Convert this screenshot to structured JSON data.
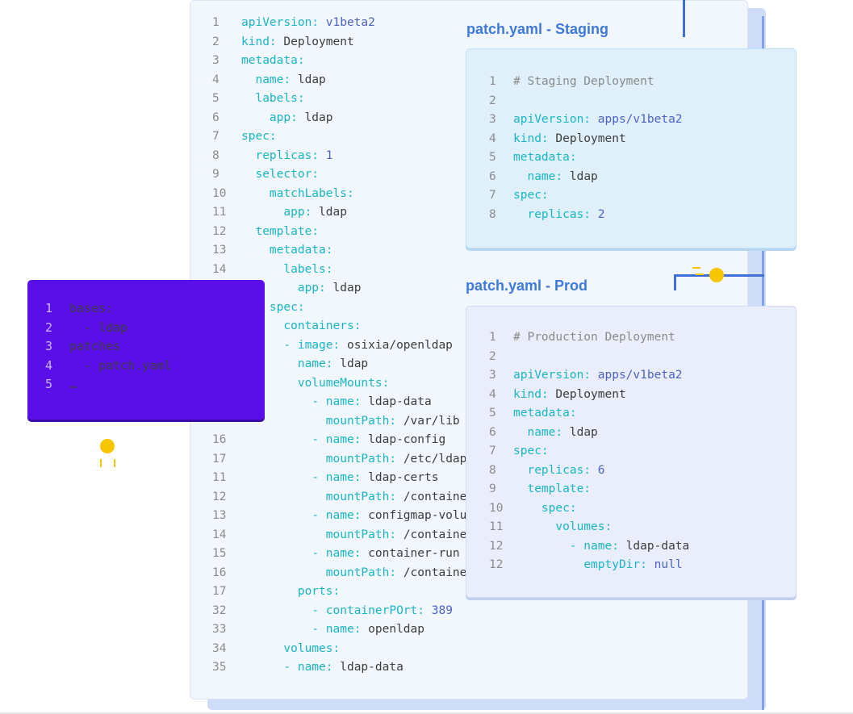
{
  "base": {
    "lines": [
      {
        "n": "1",
        "i": 0,
        "k": "apiVersion:",
        "v": "",
        "nv": "v1beta2"
      },
      {
        "n": "2",
        "i": 0,
        "k": "kind:",
        "v": "Deployment",
        "nv": ""
      },
      {
        "n": "3",
        "i": 0,
        "k": "metadata:",
        "v": "",
        "nv": ""
      },
      {
        "n": "4",
        "i": 1,
        "k": "name:",
        "v": "ldap",
        "nv": ""
      },
      {
        "n": "5",
        "i": 1,
        "k": "labels:",
        "v": "",
        "nv": ""
      },
      {
        "n": "6",
        "i": 2,
        "k": "app:",
        "v": "ldap",
        "nv": ""
      },
      {
        "n": "7",
        "i": 0,
        "k": "spec:",
        "v": "",
        "nv": ""
      },
      {
        "n": "8",
        "i": 1,
        "k": "replicas:",
        "v": "",
        "nv": "1"
      },
      {
        "n": "9",
        "i": 1,
        "k": "selector:",
        "v": "",
        "nv": ""
      },
      {
        "n": "10",
        "i": 2,
        "k": "matchLabels:",
        "v": "",
        "nv": ""
      },
      {
        "n": "11",
        "i": 3,
        "k": "app:",
        "v": "ldap",
        "nv": ""
      },
      {
        "n": "12",
        "i": 1,
        "k": "template:",
        "v": "",
        "nv": ""
      },
      {
        "n": "13",
        "i": 2,
        "k": "metadata:",
        "v": "",
        "nv": ""
      },
      {
        "n": "14",
        "i": 3,
        "k": "labels:",
        "v": "",
        "nv": ""
      },
      {
        "n": "",
        "i": 4,
        "k": "app:",
        "v": "ldap",
        "nv": ""
      },
      {
        "n": "",
        "i": 2,
        "k": "spec:",
        "v": "",
        "nv": ""
      },
      {
        "n": "",
        "i": 3,
        "k": "containers:",
        "v": "",
        "nv": ""
      },
      {
        "n": "",
        "i": 3,
        "k": "- image:",
        "v": "osixia/openldap",
        "nv": ""
      },
      {
        "n": "",
        "i": 4,
        "k": "name:",
        "v": "ldap",
        "nv": ""
      },
      {
        "n": "",
        "i": 4,
        "k": "volumeMounts:",
        "v": "",
        "nv": ""
      },
      {
        "n": "",
        "i": 5,
        "k": "- name:",
        "v": "ldap-data",
        "nv": ""
      },
      {
        "n": "",
        "i": 6,
        "k": "mountPath:",
        "v": "/var/lib",
        "nv": ""
      },
      {
        "n": "16",
        "i": 5,
        "k": "- name:",
        "v": "ldap-config",
        "nv": ""
      },
      {
        "n": "17",
        "i": 6,
        "k": "mountPath:",
        "v": "/etc/ldap",
        "nv": ""
      },
      {
        "n": "11",
        "i": 5,
        "k": "- name:",
        "v": "ldap-certs",
        "nv": ""
      },
      {
        "n": "12",
        "i": 6,
        "k": "mountPath:",
        "v": "/container",
        "nv": ""
      },
      {
        "n": "13",
        "i": 5,
        "k": "- name:",
        "v": "configmap-volume",
        "nv": ""
      },
      {
        "n": "14",
        "i": 6,
        "k": "mountPath:",
        "v": "/container",
        "nv": ""
      },
      {
        "n": "15",
        "i": 5,
        "k": "- name:",
        "v": "container-run",
        "nv": ""
      },
      {
        "n": "16",
        "i": 6,
        "k": "mountPath:",
        "v": "/container",
        "nv": ""
      },
      {
        "n": "17",
        "i": 4,
        "k": "ports:",
        "v": "",
        "nv": ""
      },
      {
        "n": "32",
        "i": 5,
        "k": "- containerPOrt:",
        "v": "",
        "nv": "389"
      },
      {
        "n": "33",
        "i": 5,
        "k": "- name:",
        "v": "openldap",
        "nv": ""
      },
      {
        "n": "34",
        "i": 3,
        "k": "volumes:",
        "v": "",
        "nv": ""
      },
      {
        "n": "35",
        "i": 3,
        "k": "- name:",
        "v": "ldap-data",
        "nv": ""
      }
    ]
  },
  "kustomization": {
    "lines": [
      {
        "n": "1",
        "t": "bases:"
      },
      {
        "n": "2",
        "t": "  - ldap"
      },
      {
        "n": "3",
        "t": "patches"
      },
      {
        "n": "4",
        "t": "  - patch.yaml"
      },
      {
        "n": "5",
        "t": "…"
      }
    ]
  },
  "staging": {
    "title": "patch.yaml - Staging",
    "lines": [
      {
        "n": "1",
        "i": 0,
        "c": "# Staging Deployment"
      },
      {
        "n": "2",
        "i": 0
      },
      {
        "n": "3",
        "i": 0,
        "k": "apiVersion:",
        "nv": "apps/v1beta2"
      },
      {
        "n": "4",
        "i": 0,
        "k": "kind:",
        "v": "Deployment"
      },
      {
        "n": "5",
        "i": 0,
        "k": "metadata:"
      },
      {
        "n": "6",
        "i": 1,
        "k": "name:",
        "v": "ldap"
      },
      {
        "n": "7",
        "i": 0,
        "k": "spec:"
      },
      {
        "n": "8",
        "i": 1,
        "k": "replicas:",
        "nv": "2"
      }
    ]
  },
  "prod": {
    "title": "patch.yaml - Prod",
    "lines": [
      {
        "n": "1",
        "i": 0,
        "c": "# Production Deployment"
      },
      {
        "n": "2",
        "i": 0
      },
      {
        "n": "3",
        "i": 0,
        "k": "apiVersion:",
        "nv": "apps/v1beta2"
      },
      {
        "n": "4",
        "i": 0,
        "k": "kind:",
        "v": "Deployment"
      },
      {
        "n": "5",
        "i": 0,
        "k": "metadata:"
      },
      {
        "n": "6",
        "i": 1,
        "k": "name:",
        "v": "ldap"
      },
      {
        "n": "7",
        "i": 0,
        "k": "spec:"
      },
      {
        "n": "8",
        "i": 1,
        "k": "replicas:",
        "nv": "6"
      },
      {
        "n": "9",
        "i": 1,
        "k": "template:"
      },
      {
        "n": "10",
        "i": 2,
        "k": "spec:"
      },
      {
        "n": "11",
        "i": 3,
        "k": "volumes:"
      },
      {
        "n": "12",
        "i": 4,
        "k": "- name:",
        "v": "ldap-data"
      },
      {
        "n": "12",
        "i": 5,
        "k": "emptyDir:",
        "nv": "null"
      }
    ]
  },
  "colors": {
    "key": "#18b6c4",
    "number": "#4b63c2",
    "kust_bg": "#5a0fe8",
    "accent_line": "#3f6fd8",
    "dot": "#f7c600"
  }
}
